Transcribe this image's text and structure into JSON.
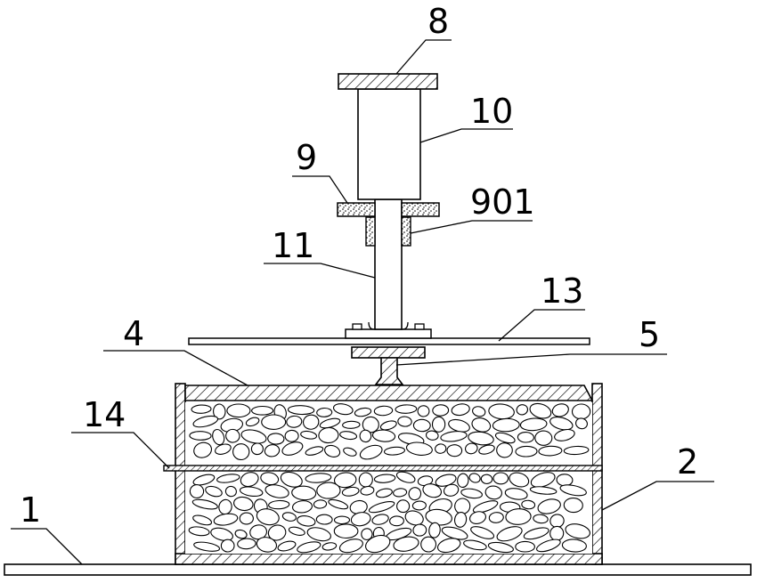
{
  "labels": {
    "l1": "1",
    "l2": "2",
    "l4": "4",
    "l5": "5",
    "l8": "8",
    "l9": "9",
    "l901": "901",
    "l10": "10",
    "l11": "11",
    "l13": "13",
    "l14": "14"
  },
  "colors": {
    "line": "#000000",
    "background": "#ffffff"
  }
}
